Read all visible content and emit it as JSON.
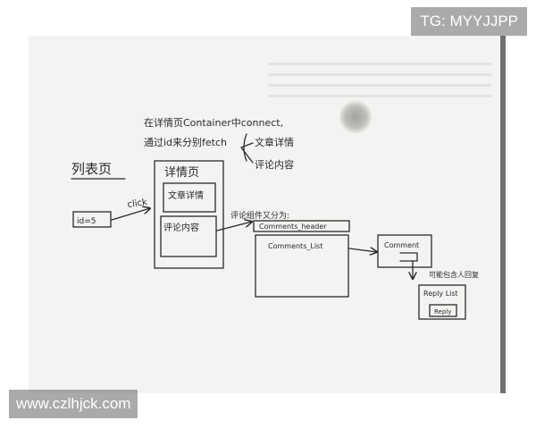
{
  "watermarks": {
    "top_right": "TG: MYYJJPP",
    "bottom_left": "www.czlhjck.com"
  },
  "notes": {
    "list_page": "列表页",
    "id_link": "id=5",
    "click": "click",
    "detail_page": "详情页",
    "article_detail": "文章详情",
    "comment_content": "评论内容",
    "note_line1": "在详情页Container中connect,",
    "note_line2": "通过id来分别fetch",
    "branch_article": "文章详情",
    "branch_comment": "评论内容",
    "comment_split": "评论组件又分为:",
    "comments_header": "Comments_header",
    "comments_list": "Comments_List",
    "comment": "Comment",
    "reply_note": "可能包含人回复",
    "reply_list": "Reply List",
    "reply": "Reply"
  },
  "colors": {
    "ink": "#2a2a2a",
    "paper": "#f3f3f1",
    "watermark_bg": "#646464"
  }
}
